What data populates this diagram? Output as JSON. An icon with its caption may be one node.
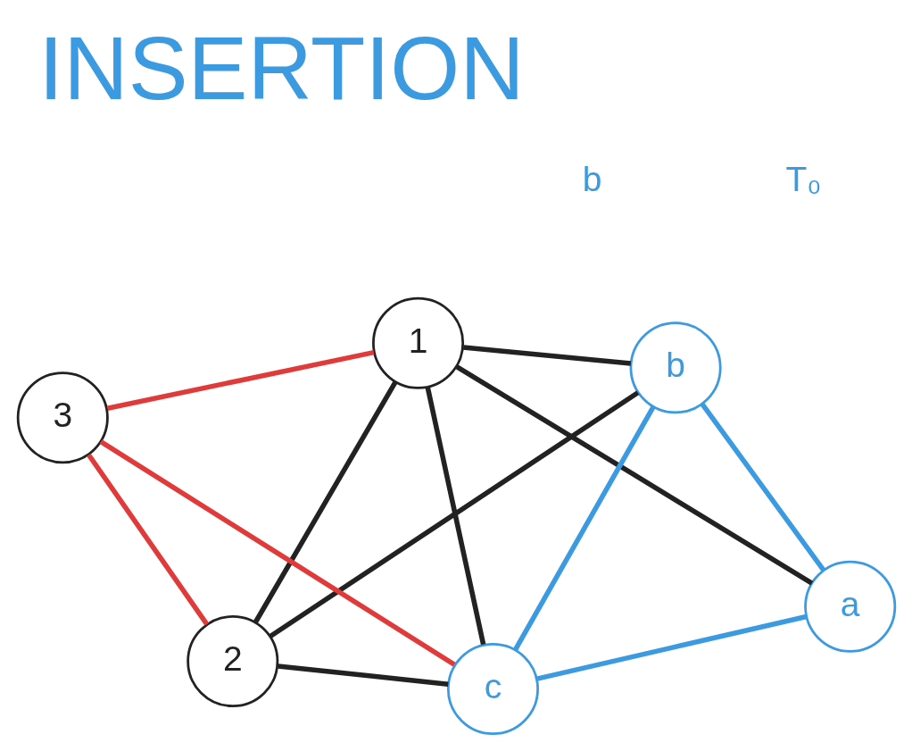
{
  "diagram": {
    "title": "INSERTION",
    "nodes": [
      {
        "text": [
          "a"
        ]
      },
      {
        "text": [
          "b"
        ]
      },
      {
        "text": [
          "1"
        ]
      },
      {
        "text": [
          "2"
        ]
      },
      {
        "text": [
          "3"
        ]
      },
      {
        "text": [
          "c"
        ]
      }
    ],
    "edges": [
      {
        "from": 0,
        "to": 1,
        "arrow": "none",
        "color": "#3b9ae0"
      },
      {
        "from": 0,
        "to": 5,
        "arrow": "none",
        "color": "#3b9ae0"
      },
      {
        "from": 1,
        "to": 5,
        "arrow": "none",
        "color": "#3b9ae0"
      },
      {
        "from": 0,
        "to": 2,
        "arrow": "none"
      },
      {
        "from": 1,
        "to": 2,
        "arrow": "none"
      },
      {
        "from": 1,
        "to": 3,
        "arrow": "none"
      },
      {
        "from": 2,
        "to": 3,
        "arrow": "none"
      },
      {
        "from": 2,
        "to": 5,
        "arrow": "none"
      },
      {
        "from": 3,
        "to": 5,
        "arrow": "none"
      },
      {
        "from": 2,
        "to": 4,
        "arrow": "none",
        "color": "#e03a3a"
      },
      {
        "from": 3,
        "to": 4,
        "arrow": "none",
        "color": "#e03a3a"
      },
      {
        "from": 4,
        "to": 5,
        "arrow": "none",
        "color": "#e03a3a"
      }
    ],
    "labels": [
      "T₀",
      "b"
    ]
  }
}
